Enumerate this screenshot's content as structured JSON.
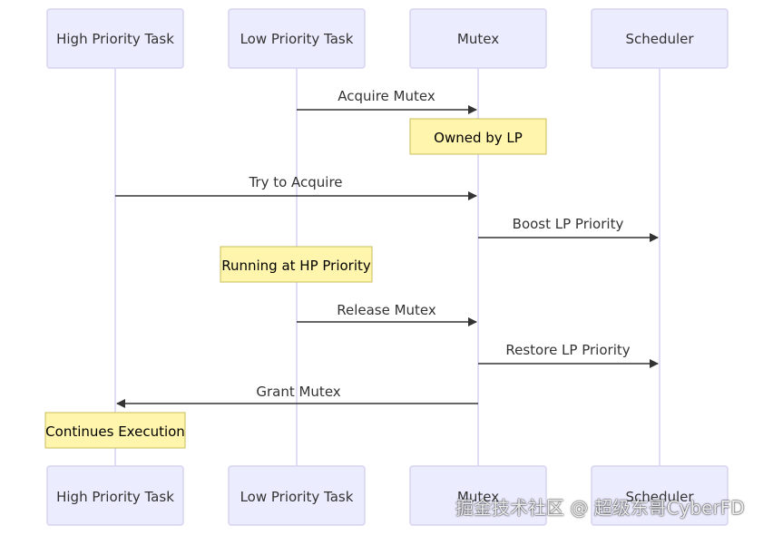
{
  "participants": [
    {
      "id": "hp",
      "label": "High Priority Task"
    },
    {
      "id": "lp",
      "label": "Low Priority Task"
    },
    {
      "id": "mx",
      "label": "Mutex"
    },
    {
      "id": "sc",
      "label": "Scheduler"
    }
  ],
  "messages": [
    {
      "from": "lp",
      "to": "mx",
      "text": "Acquire Mutex"
    },
    {
      "from": "hp",
      "to": "mx",
      "text": "Try to Acquire"
    },
    {
      "from": "mx",
      "to": "sc",
      "text": "Boost LP Priority"
    },
    {
      "from": "lp",
      "to": "mx",
      "text": "Release Mutex"
    },
    {
      "from": "mx",
      "to": "sc",
      "text": "Restore LP Priority"
    },
    {
      "from": "mx",
      "to": "hp",
      "text": "Grant Mutex"
    }
  ],
  "notes": [
    {
      "over": "mx",
      "text": "Owned by LP"
    },
    {
      "over": "lp",
      "text": "Running at HP Priority"
    },
    {
      "over": "hp",
      "text": "Continues Execution"
    }
  ],
  "watermark": "掘金技术社区 @ 超级东哥CyberFD",
  "colors": {
    "actor_fill": "#ECECFF",
    "actor_stroke": "#D7D3F0",
    "lifeline": "#D6D2F0",
    "message_line": "#333333",
    "note_fill": "#FFF5AD",
    "note_stroke": "#C9BE5B"
  }
}
